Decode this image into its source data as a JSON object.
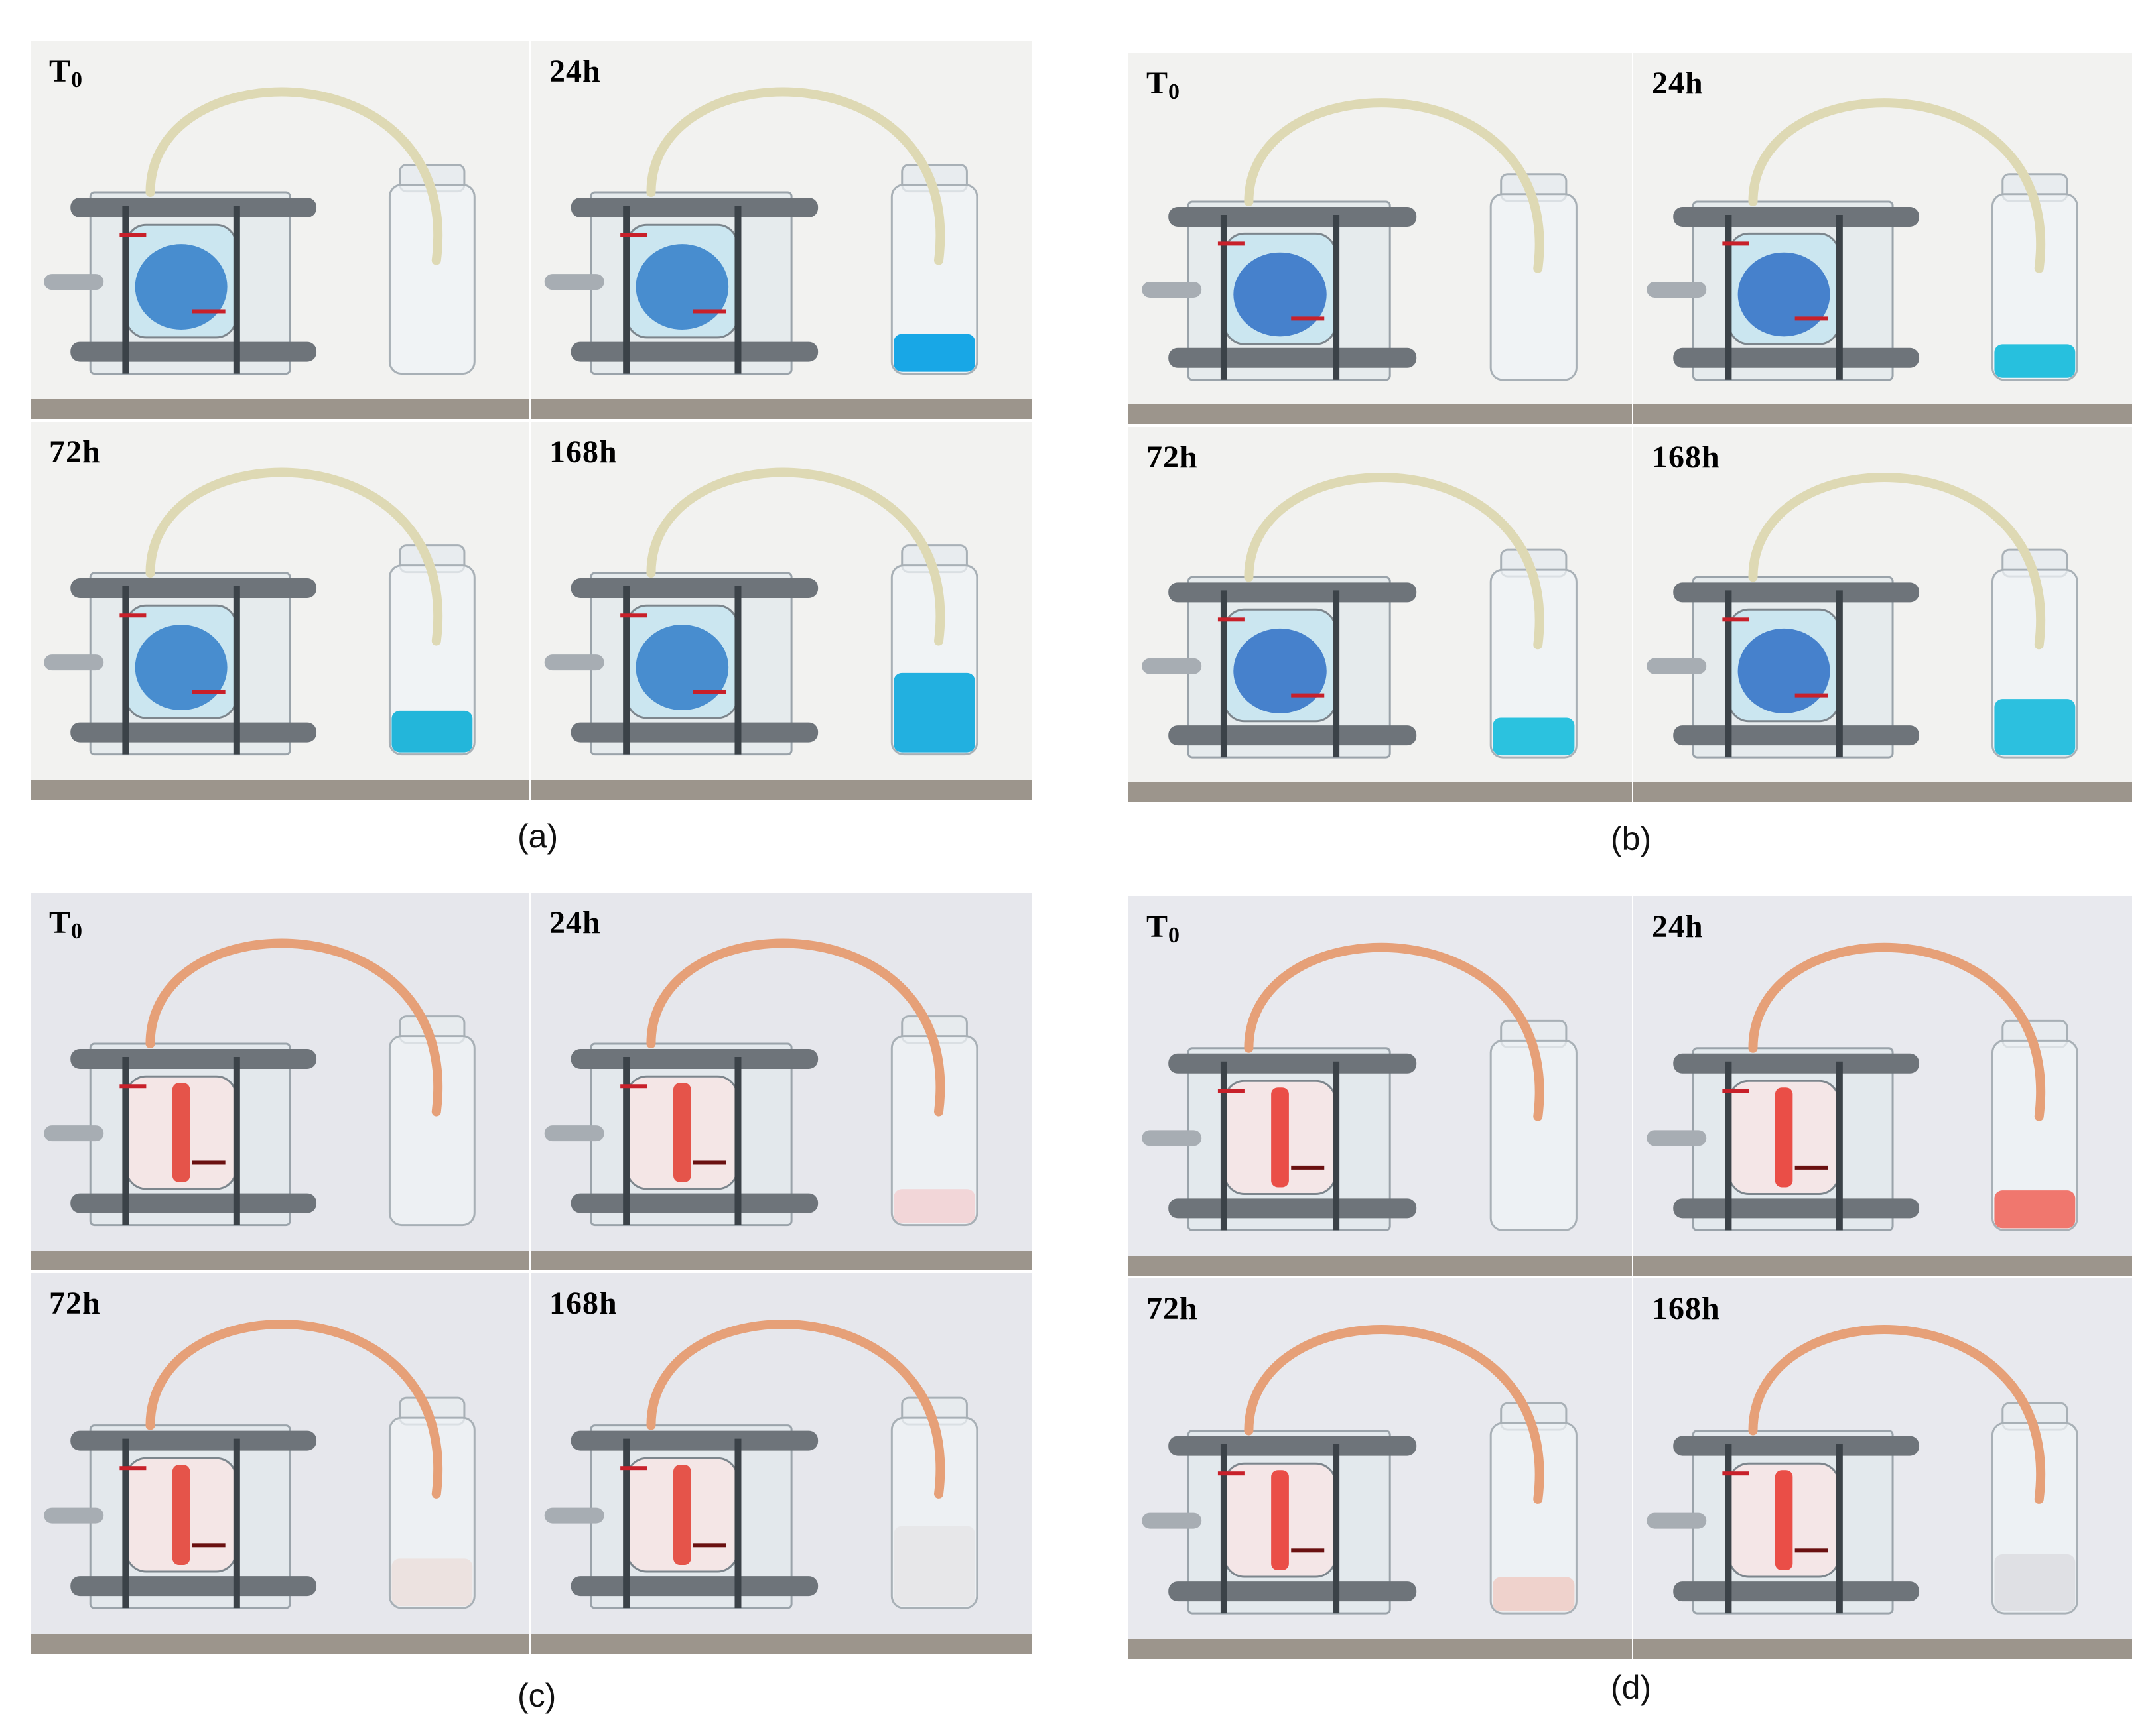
{
  "panels": [
    {
      "id": "a",
      "caption": "(a)",
      "dye": "#1c6fc4",
      "background": "#f2f2f0",
      "frames": [
        {
          "label_main": "T",
          "label_sub": "0",
          "vial_fill": 0.0,
          "vial_color": "#cde6ee"
        },
        {
          "label_main": "24h",
          "label_sub": "",
          "vial_fill": 0.2,
          "vial_color": "#18a7e6"
        },
        {
          "label_main": "72h",
          "label_sub": "",
          "vial_fill": 0.22,
          "vial_color": "#23b6da"
        },
        {
          "label_main": "168h",
          "label_sub": "",
          "vial_fill": 0.42,
          "vial_color": "#22b0e0"
        }
      ]
    },
    {
      "id": "b",
      "caption": "(b)",
      "dye": "#1a5fc0",
      "background": "#f2f2f0",
      "frames": [
        {
          "label_main": "T",
          "label_sub": "0",
          "vial_fill": 0.0,
          "vial_color": "#d8eef2"
        },
        {
          "label_main": "24h",
          "label_sub": "",
          "vial_fill": 0.18,
          "vial_color": "#27c0de"
        },
        {
          "label_main": "72h",
          "label_sub": "",
          "vial_fill": 0.2,
          "vial_color": "#2bc2df"
        },
        {
          "label_main": "168h",
          "label_sub": "",
          "vial_fill": 0.3,
          "vial_color": "#2cc0df"
        }
      ]
    },
    {
      "id": "c",
      "caption": "(c)",
      "dye": "#e23a2e",
      "background": "#e6e7ec",
      "frames": [
        {
          "label_main": "T",
          "label_sub": "0",
          "vial_fill": 0.0,
          "vial_color": "#e8e8ee"
        },
        {
          "label_main": "24h",
          "label_sub": "",
          "vial_fill": 0.18,
          "vial_color": "#f2d6d8"
        },
        {
          "label_main": "72h",
          "label_sub": "",
          "vial_fill": 0.25,
          "vial_color": "#ece2e0"
        },
        {
          "label_main": "168h",
          "label_sub": "",
          "vial_fill": 0.42,
          "vial_color": "#e7e7e9"
        }
      ]
    },
    {
      "id": "d",
      "caption": "(d)",
      "dye": "#e8332a",
      "background": "#e8e9ee",
      "frames": [
        {
          "label_main": "T",
          "label_sub": "0",
          "vial_fill": 0.0,
          "vial_color": "#e9e9ef"
        },
        {
          "label_main": "24h",
          "label_sub": "",
          "vial_fill": 0.2,
          "vial_color": "#f0776e"
        },
        {
          "label_main": "72h",
          "label_sub": "",
          "vial_fill": 0.18,
          "vial_color": "#efd2cc"
        },
        {
          "label_main": "168h",
          "label_sub": "",
          "vial_fill": 0.3,
          "vial_color": "#dfe0e4"
        }
      ]
    }
  ]
}
